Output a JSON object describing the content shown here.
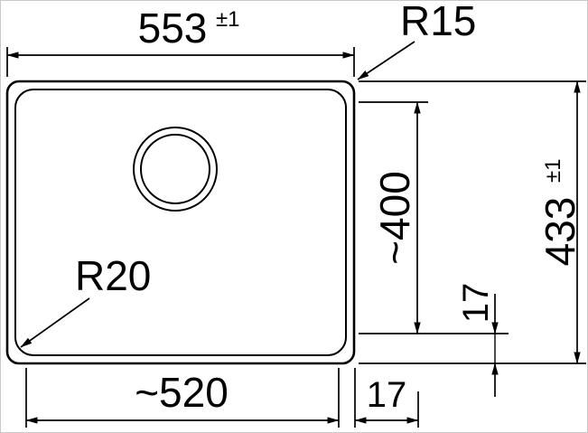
{
  "drawing": {
    "type": "technical-dimension-drawing",
    "view": "sink-top-view",
    "line_color": "#000000",
    "background_color": "#ffffff",
    "labels": {
      "overall_width_value": "553",
      "overall_width_tolerance": "±1",
      "corner_radius_outer": "R15",
      "corner_radius_inner": "R20",
      "bowl_length_value": "~400",
      "overall_depth_value": "433",
      "overall_depth_tolerance": "±1",
      "edge_offset_vertical": "17",
      "bowl_width_value": "~520",
      "edge_offset_horizontal": "17"
    }
  }
}
